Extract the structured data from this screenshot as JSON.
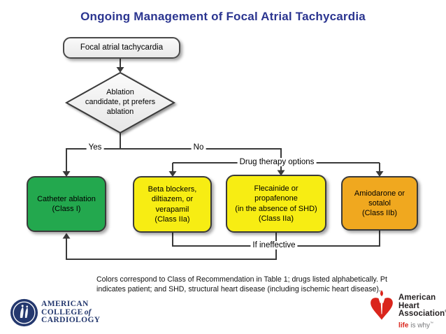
{
  "title": "Ongoing Management of Focal Atrial Tachycardia",
  "flow": {
    "start": "Focal atrial tachycardia",
    "decision": "Ablation\ncandidate, pt prefers\nablation",
    "yes_label": "Yes",
    "no_label": "No",
    "drug_options_label": "Drug therapy options",
    "if_ineffective_label": "If ineffective",
    "nodes": {
      "catheter_ablation": "Catheter ablation\n(Class I)",
      "beta_blockers": "Beta blockers,\ndiltiazem, or\nverapamil\n(Class IIa)",
      "flecainide": "Flecainide or\npropafenone\n(in the absence of SHD)\n(Class IIa)",
      "amiodarone": "Amiodarone or\nsotalol\n(Class IIb)"
    }
  },
  "footnote": "Colors correspond to Class of Recommendation in Table 1; drugs listed alphabetically. Pt indicates patient; and SHD, structural heart disease (including ischemic heart disease).",
  "logos": {
    "acc": {
      "line1": "AMERICAN",
      "line2": "COLLEGE",
      "line2b": "of",
      "line3": "CARDIOLOGY"
    },
    "aha": {
      "line1": "American",
      "line2": "Heart",
      "line3": "Association",
      "reg": "®",
      "tag_life": "life",
      "tag_rest": " is why",
      "tm": "™"
    }
  },
  "colors": {
    "class_i_green": "#23A84E",
    "class_iia_yellow": "#F7ED13",
    "class_iib_orange": "#F0A81F",
    "title_blue": "#2B3590",
    "connector_gray": "#3A3A3A",
    "acc_navy": "#24386E",
    "aha_red": "#DA251C"
  }
}
